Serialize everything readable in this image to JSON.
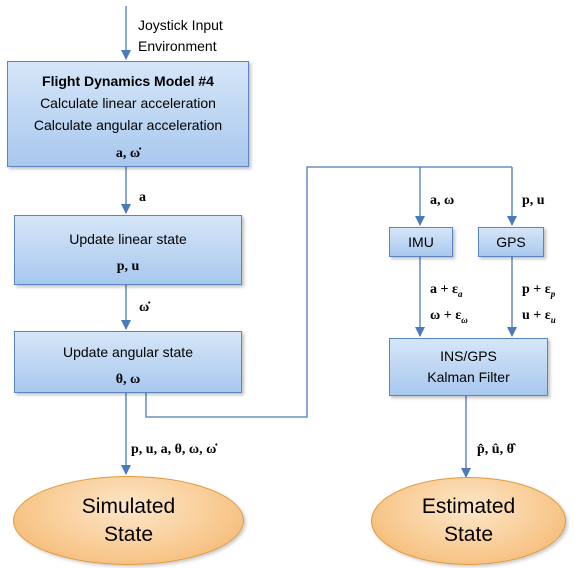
{
  "input_label": {
    "line1": "Joystick Input",
    "line2": "Environment"
  },
  "fdm": {
    "title": "Flight Dynamics  Model #4",
    "line1": "Calculate linear acceleration",
    "line2": "Calculate angular acceleration",
    "outputs": "a, ω̇"
  },
  "edge_a": "a",
  "linear": {
    "label": "Update linear state",
    "outputs": "p, u"
  },
  "edge_omega_dot": "ω̇",
  "angular": {
    "label": "Update angular state",
    "outputs": "θ, ω"
  },
  "edge_all": "p, u, a, θ, ω, ω̇",
  "simulated": {
    "line1": "Simulated",
    "line2": "State"
  },
  "imu": {
    "label": "IMU",
    "input": "a, ω",
    "out1": "a + ε",
    "out1_sub": "a",
    "out2": "ω + ε",
    "out2_sub": "ω"
  },
  "gps": {
    "label": "GPS",
    "input": "p, u",
    "out1": "p + ε",
    "out1_sub": "p",
    "out2": "u + ε",
    "out2_sub": "u"
  },
  "kalman": {
    "line1": "INS/GPS",
    "line2": "Kalman Filter"
  },
  "edge_est": "p̂, û, θ̂",
  "estimated": {
    "line1": "Estimated",
    "line2": "State"
  },
  "colors": {
    "box_border": "#5b86bd",
    "box_fill": "#a8c8ee",
    "ellipse_fill": "#f8c98f",
    "wire": "#4a7ab8"
  }
}
